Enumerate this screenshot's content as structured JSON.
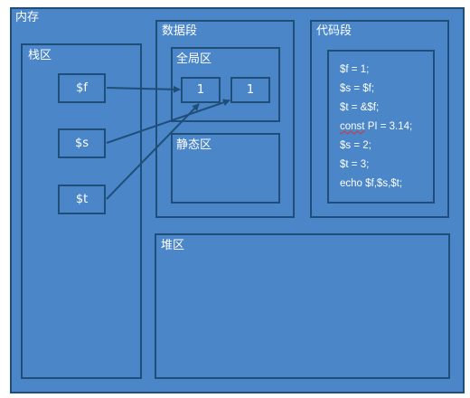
{
  "memory": {
    "title": "内存"
  },
  "stack": {
    "title": "栈区",
    "vars": [
      "$f",
      "$s",
      "$t"
    ]
  },
  "data_segment": {
    "title": "数据段",
    "global": {
      "title": "全局区",
      "values": [
        "1",
        "1"
      ]
    },
    "static": {
      "title": "静态区"
    }
  },
  "code_segment": {
    "title": "代码段",
    "lines": [
      "$f = 1;",
      "$s = $f;",
      "$t = &$f;",
      "const PI = 3.14;",
      "$s = 2;",
      "$t = 3;",
      "echo $f,$s,$t;"
    ]
  },
  "heap": {
    "title": "堆区"
  },
  "colors": {
    "fill": "#4a86c8",
    "border": "#1f4e79",
    "text": "#ffffff",
    "spellcheck": "#e0302a"
  }
}
